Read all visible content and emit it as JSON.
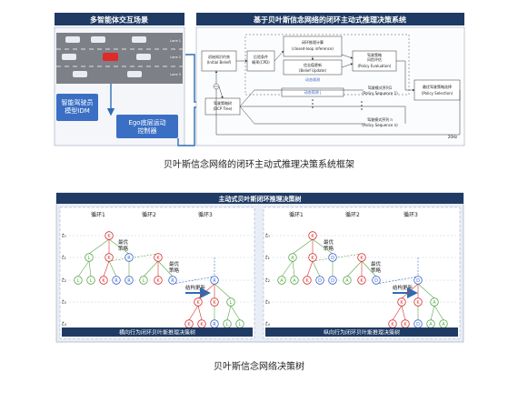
{
  "top": {
    "left_header": "多智能体交互场景",
    "right_header": "基于贝叶斯信念网络的闭环主动式推理决策系统",
    "lanes": [
      "Lane 1",
      "Lane 2",
      "Lane 3"
    ],
    "driver_model": "智能驾驶员\n模型IDM",
    "ego_controller": "Ego底层运动\n控制器",
    "init_belief": "初始知识约束\n(Initial Belief)",
    "cpd": "后验条件\n概率(CPD)",
    "closed_loop_title": "闭环推理计算",
    "closed_loop_sub": "(closed-loop inference)",
    "belief_update_title": "信念值更新",
    "belief_update_sub": "(Belief Update)",
    "dynamic_obs": "动态观测",
    "dynamic_obs2": "动态观测 j",
    "driving_risk": "驾驶策略\n风险评估",
    "policy_eval": "(Policy Evaluation)",
    "dcp_tree": "驾驶策略树\n(DCP Tree)",
    "policy_seq1": "驾驶模式序列1",
    "policy_seq1_sub": "(Policy Sequence 1)",
    "policy_seqn": "驾驶模式序列 n",
    "policy_seqn_sub": "(Policy Sequence n)",
    "policy_sel": "最优驾驶策略选择",
    "policy_sel_sub": "(Policy Selection)",
    "freq": "20Hz"
  },
  "caption1": "贝叶斯信念网络的闭环主动式推理决策系统框架",
  "bottom": {
    "header": "主动式贝叶斯闭环推理决策树",
    "left_footer": "横向行为闭环贝叶斯推理决策树",
    "right_footer": "纵向行为闭环贝叶斯推理决策树",
    "loop1": "循环1",
    "loop2": "循环2",
    "loop3": "循环3",
    "best1": "最优\n策略",
    "best2": "最优\n策略",
    "struct_update": "结构更新",
    "time_labels": [
      "t₀",
      "t₁",
      "t₂",
      "t₃",
      "t₄"
    ]
  },
  "caption2": "贝叶斯信念网络决策树",
  "colors": {
    "accent": "#2e6db4",
    "dark": "#1f3a63",
    "red": "#d6312f",
    "green": "#5aa84a",
    "blue": "#3a63c8",
    "grey": "#8a8f96",
    "panel": "#e8edf6"
  }
}
